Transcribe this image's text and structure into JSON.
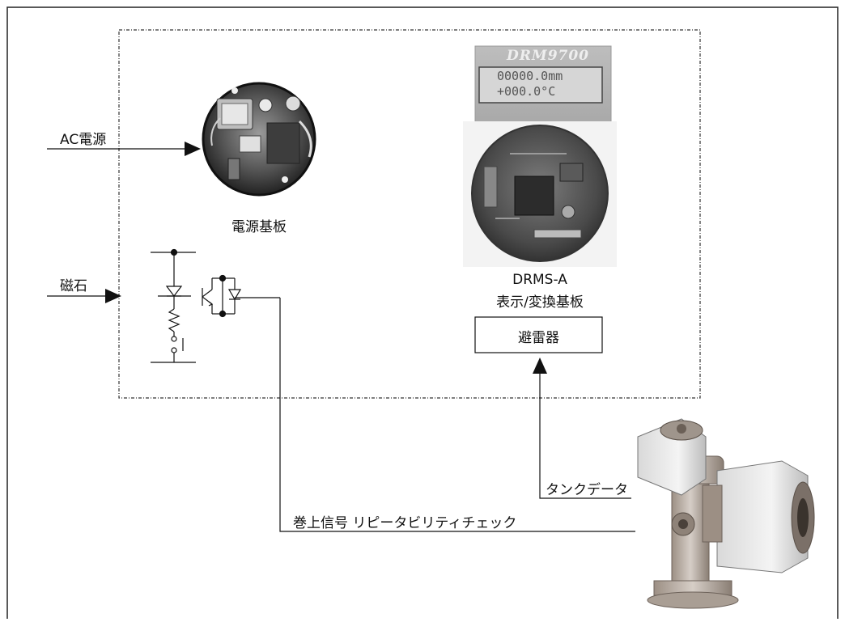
{
  "diagram": {
    "inputs": {
      "ac_power": "AC電源",
      "magnet": "磁石"
    },
    "boards": {
      "power_board": "電源基板",
      "display_board_model": "DRMS-A",
      "display_board": "表示/変換基板",
      "arrester": "避雷器"
    },
    "lcd": {
      "brand": "DRM9700",
      "line1": "00000.0mm",
      "line2": "+000.0°C"
    },
    "signals": {
      "tank_data": "タンクデータ",
      "winding_signal": "巻上信号 リピータビリティチェック"
    }
  }
}
